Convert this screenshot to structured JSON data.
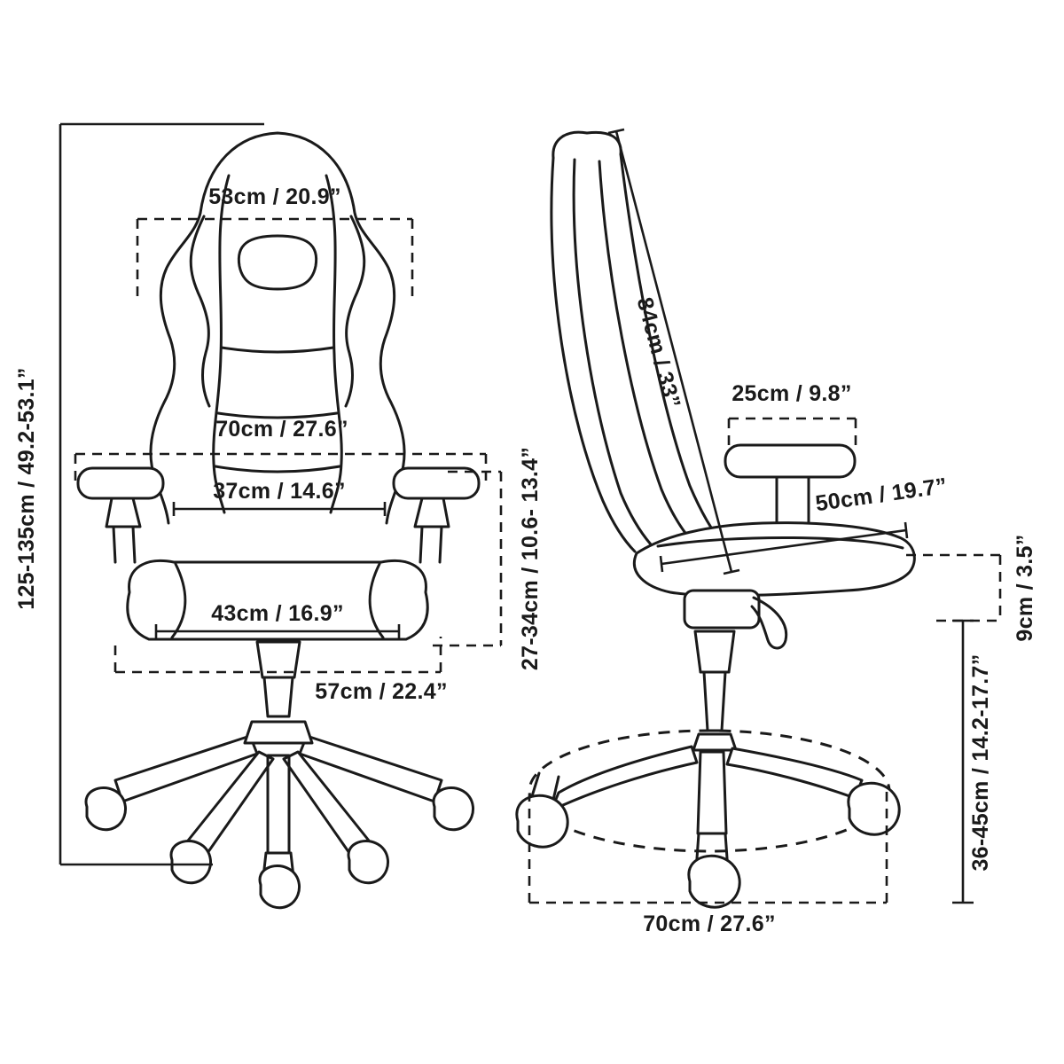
{
  "colors": {
    "line": "#1a1a1a",
    "background": "#ffffff"
  },
  "front": {
    "headrest_width": "53cm / 20.9”",
    "overall_width": "70cm / 27.6”",
    "backrest_inner_width": "37cm / 14.6”",
    "seat_width": "43cm / 16.9”",
    "base_width": "57cm / 22.4”",
    "total_height": "125-135cm / 49.2-53.1”",
    "armrest_height": "27-34cm / 10.6- 13.4”"
  },
  "side": {
    "backrest_length": "84cm / 33”",
    "armrest_length": "25cm / 9.8”",
    "seat_depth": "50cm / 19.7”",
    "seat_thickness": "9cm / 3.5”",
    "seat_height": "36-45cm / 14.2-17.7”",
    "base_diameter": "70cm / 27.6”"
  }
}
